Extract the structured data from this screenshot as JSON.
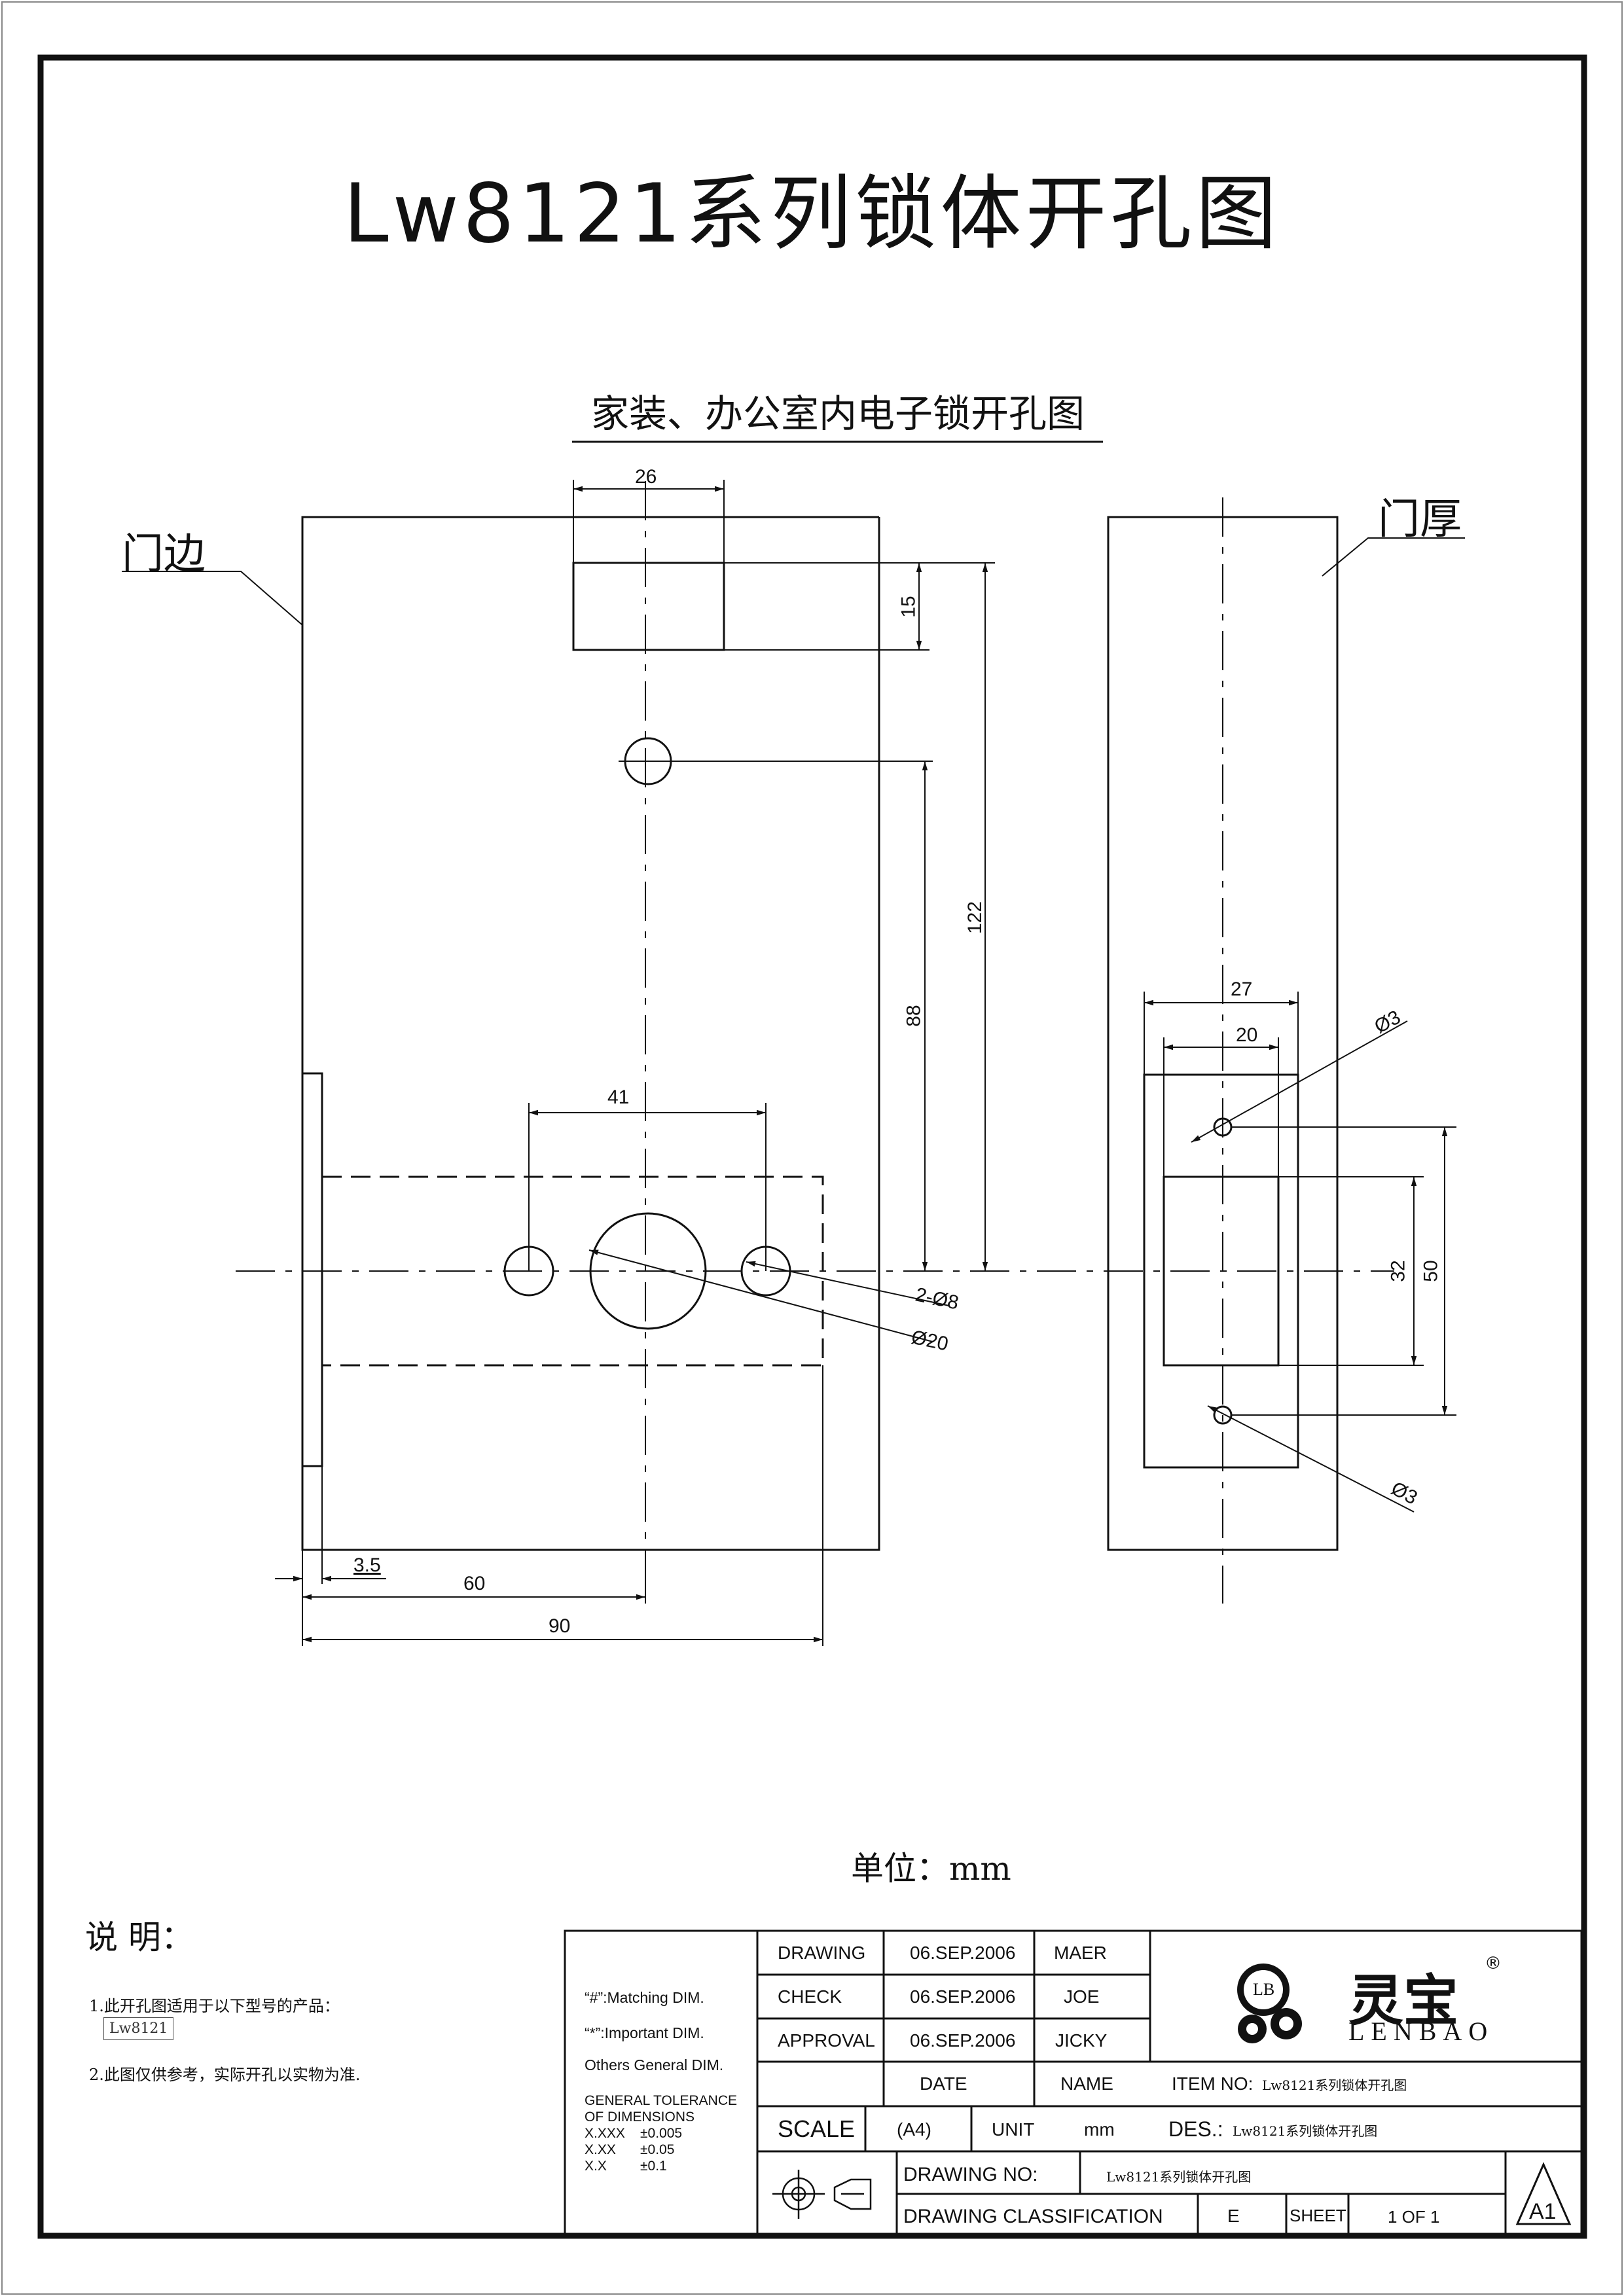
{
  "title": "Lw8121系列锁体开孔图",
  "subtitle": "家装、办公室内电子锁开孔图",
  "labels": {
    "door_edge": "门边",
    "door_thickness": "门厚",
    "unit": "单位：mm"
  },
  "dimensions": {
    "front_top_width": "26",
    "front_top_height": "15",
    "front_122": "122",
    "front_88": "88",
    "front_41": "41",
    "front_holes": "2-Ø8",
    "front_center_hole": "Ø20",
    "front_3_5": "3.5",
    "front_60": "60",
    "front_90": "90",
    "side_27": "27",
    "side_20": "20",
    "side_hole_top": "Ø3",
    "side_hole_bottom": "Ø3",
    "side_32": "32",
    "side_50": "50"
  },
  "notes": {
    "title": "说 明：",
    "items": [
      "1.此开孔图适用于以下型号的产品：",
      "2.此图仅供参考，实际开孔以实物为准."
    ],
    "model": "Lw8121"
  },
  "title_block": {
    "legend": [
      "“#”:Matching  DIM.",
      "“*”:Important  DIM.",
      "Others General  DIM."
    ],
    "tolerance_title": [
      "GENERAL TOLERANCE",
      "OF DIMENSIONS"
    ],
    "tolerances": [
      {
        "format": "X.XXX",
        "value": "±0.005"
      },
      {
        "format": "X.XX",
        "value": "±0.05"
      },
      {
        "format": "X.X",
        "value": "±0.1"
      }
    ],
    "rows": [
      {
        "role": "DRAWING",
        "date": "06.SEP.2006",
        "name": "MAER"
      },
      {
        "role": "CHECK",
        "date": "06.SEP.2006",
        "name": "JOE"
      },
      {
        "role": "APPROVAL",
        "date": "06.SEP.2006",
        "name": "JICKY"
      }
    ],
    "date_header": "DATE",
    "name_header": "NAME",
    "scale_label": "SCALE",
    "scale_value": "(A4)",
    "unit_label": "UNIT",
    "unit_value": "mm",
    "item_no_label": "ITEM NO:",
    "item_no_value": "Lw8121系列锁体开孔图",
    "des_label": "DES.:",
    "des_value": "Lw8121系列锁体开孔图",
    "drawing_no_label": "DRAWING NO:",
    "drawing_no_value": "Lw8121系列锁体开孔图",
    "classification_label": "DRAWING CLASSIFICATION",
    "classification_value": "E",
    "sheet_label": "SHEET",
    "sheet_value": "1 OF 1",
    "size_mark": "A1",
    "logo": {
      "badge": "LB",
      "chinese": "灵宝",
      "english": "LENBAO",
      "registered": "®"
    }
  }
}
